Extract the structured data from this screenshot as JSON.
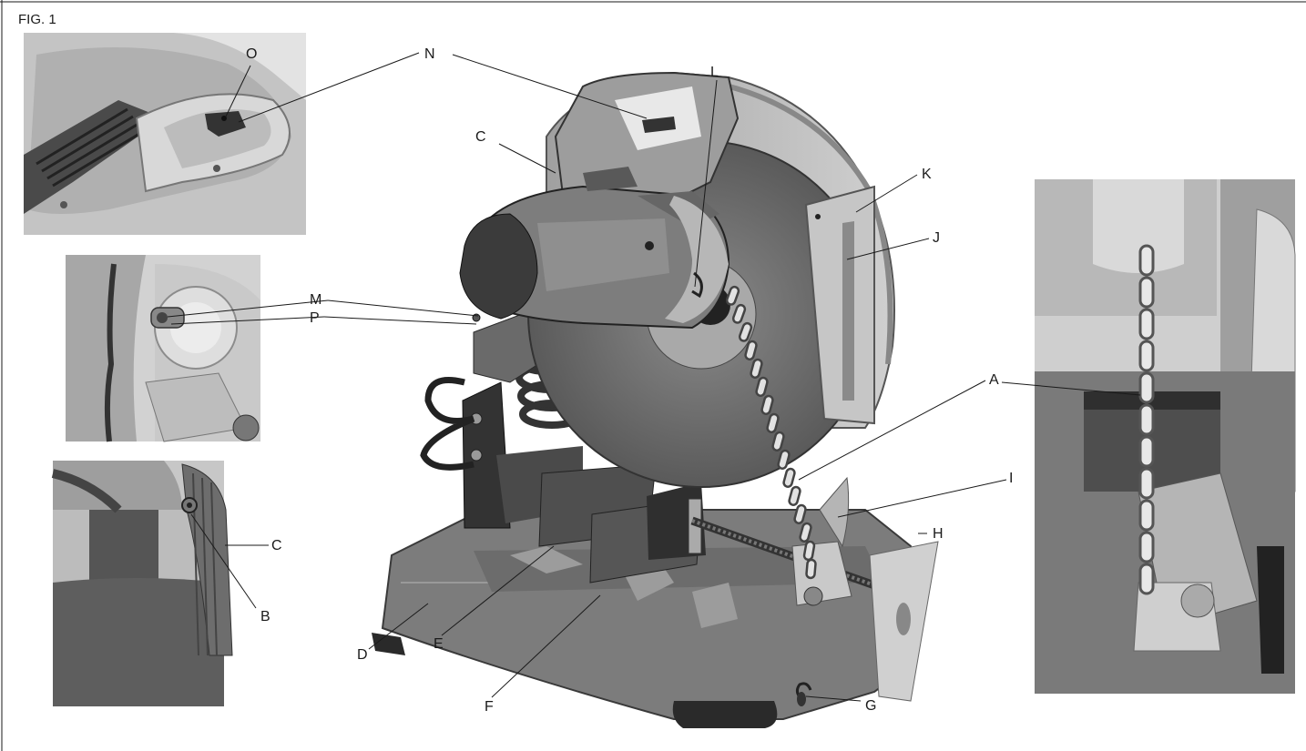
{
  "figure": {
    "title": "FIG. 1"
  },
  "callouts": {
    "A": "A",
    "B": "B",
    "C": "C",
    "C2": "C",
    "D": "D",
    "E": "E",
    "F": "F",
    "G": "G",
    "H": "H",
    "I": "I",
    "J": "J",
    "K": "K",
    "L": "L",
    "M": "M",
    "N": "N",
    "O": "O",
    "P": "P"
  }
}
